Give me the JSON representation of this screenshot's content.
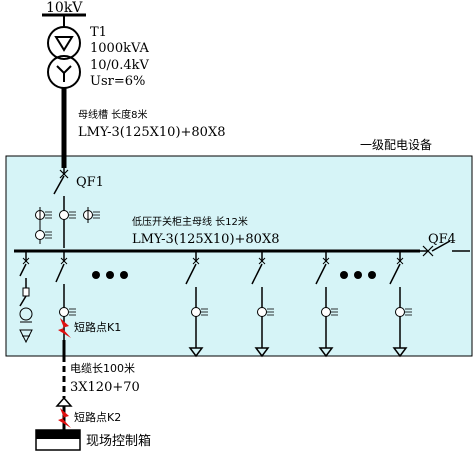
{
  "source": {
    "label": "10kV"
  },
  "transformer": {
    "name": "T1",
    "rating": "1000kVA",
    "ratio": "10/0.4kV",
    "impedance": "Usr=6%"
  },
  "busway": {
    "caption": "母线槽 长度8米",
    "spec": "LMY-3(125X10)+80X8"
  },
  "panel": {
    "title": "一级配电设备"
  },
  "main_breaker": {
    "label": "QF1"
  },
  "main_bus": {
    "caption": "低压开关柜主母线 长12米",
    "spec": "LMY-3(125X10)+80X8"
  },
  "outgoing_breaker": {
    "label": "QF4"
  },
  "fault_points": {
    "k1": "短路点K1",
    "k2": "短路点K2"
  },
  "cable": {
    "length": "电缆长100米",
    "spec": "3X120+70"
  },
  "field_box": {
    "label": "现场控制箱"
  },
  "colors": {
    "panel_fill": "#d6f4f7",
    "fault": "#e01010",
    "line": "#000000"
  },
  "icons": [
    "transformer-delta-icon",
    "transformer-wye-icon",
    "breaker-icon",
    "current-transformer-icon",
    "fault-lightning-icon",
    "ground-icon",
    "lightning-arrester-icon",
    "feeder-arrow-icon",
    "ellipsis-dots-icon"
  ]
}
